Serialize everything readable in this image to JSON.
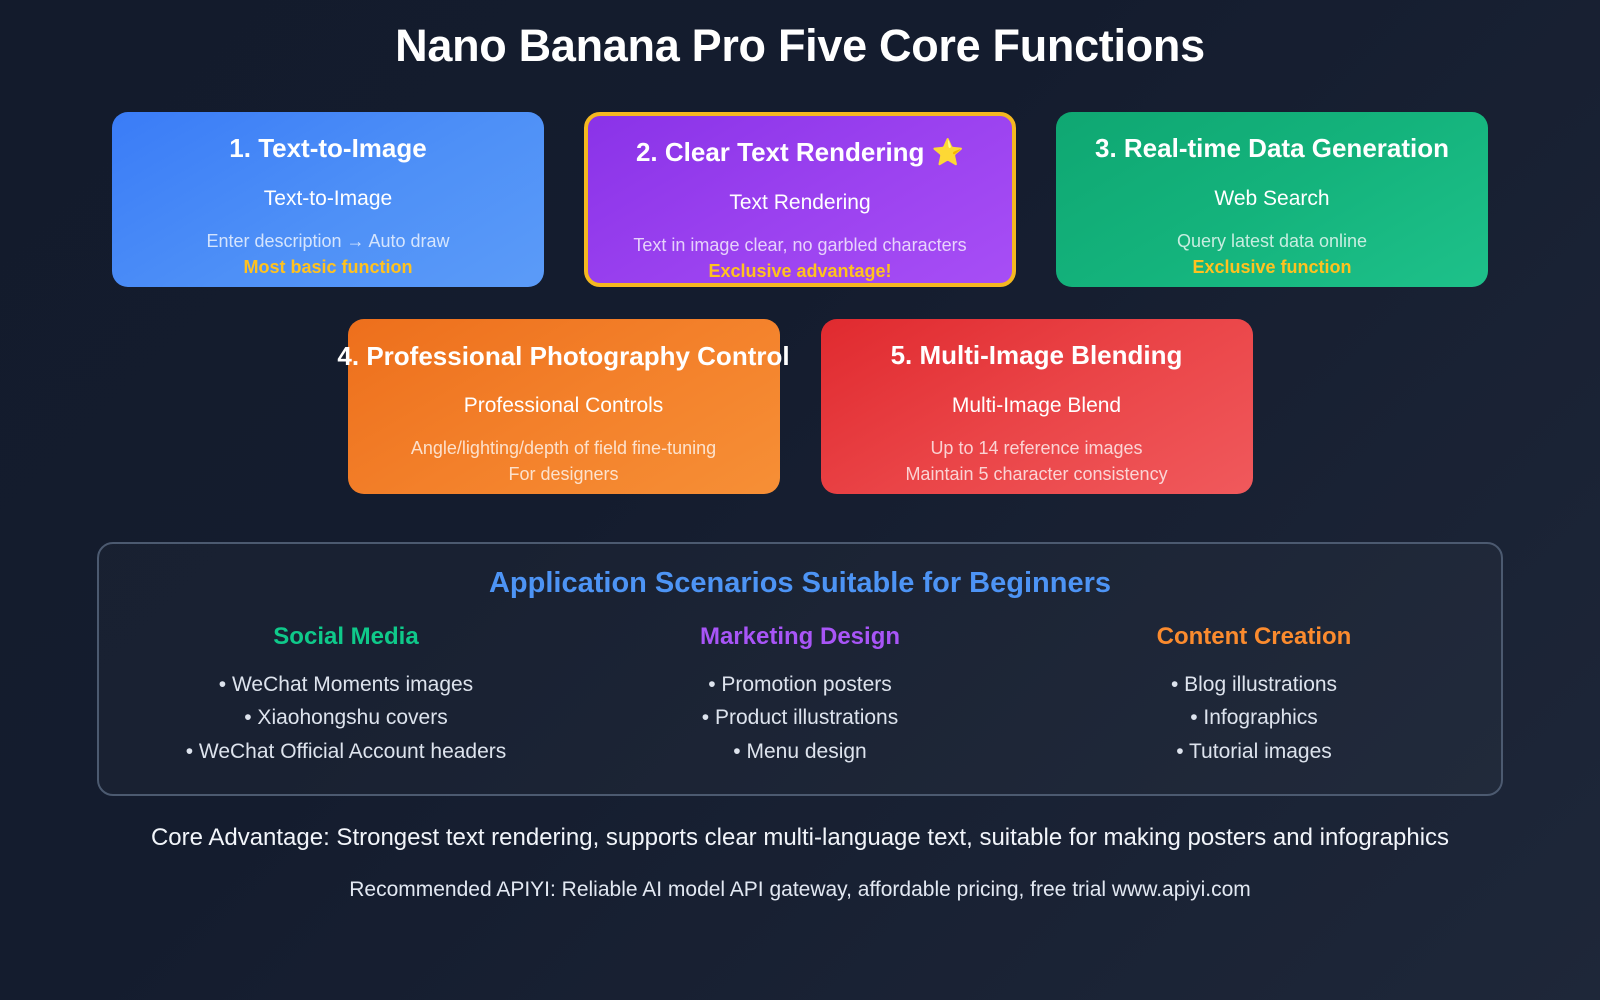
{
  "title": "Nano Banana Pro Five Core Functions",
  "cards": [
    {
      "title": "1. Text-to-Image",
      "subtitle": "Text-to-Image",
      "desc": "Enter description → Auto draw",
      "tag": "Most basic function",
      "theme": "blue",
      "accent": "#4e90f7",
      "tag_color": "#ffc21f"
    },
    {
      "title": "2. Clear Text Rendering ⭐",
      "subtitle": "Text Rendering",
      "desc": "Text in image clear, no garbled characters",
      "tag": "Exclusive advantage!",
      "theme": "purple",
      "accent": "#9a41ef",
      "border_color": "#f5b820",
      "tag_color": "#ffc21f"
    },
    {
      "title": "3. Real-time Data Generation",
      "subtitle": "Web Search",
      "desc": "Query latest data online",
      "tag": "Exclusive function",
      "theme": "green",
      "accent": "#14b37c",
      "tag_color": "#ffc21f"
    },
    {
      "title": "4. Professional Photography Control",
      "subtitle": "Professional Controls",
      "desc": "Angle/lighting/depth of field fine-tuning",
      "desc2": "For designers",
      "theme": "orange",
      "accent": "#f3802a"
    },
    {
      "title": "5. Multi-Image Blending",
      "subtitle": "Multi-Image Blend",
      "desc": "Up to 14 reference images",
      "desc2": "Maintain 5 character consistency",
      "theme": "red",
      "accent": "#ea4447"
    }
  ],
  "scenarios": {
    "title": "Application Scenarios Suitable for Beginners",
    "title_color": "#4d94f5",
    "columns": [
      {
        "heading": "Social Media",
        "color": "#0fc98a",
        "items": [
          "• WeChat Moments images",
          "• Xiaohongshu covers",
          "• WeChat Official Account headers"
        ]
      },
      {
        "heading": "Marketing Design",
        "color": "#a855f7",
        "items": [
          "• Promotion posters",
          "• Product illustrations",
          "• Menu design"
        ]
      },
      {
        "heading": "Content Creation",
        "color": "#fb8b2e",
        "items": [
          "• Blog illustrations",
          "• Infographics",
          "• Tutorial images"
        ]
      }
    ]
  },
  "footer": {
    "line1": "Core Advantage: Strongest text rendering, supports clear multi-language text, suitable for making posters and infographics",
    "line2": "Recommended APIYI: Reliable AI model API gateway, affordable pricing, free trial www.apiyi.com"
  }
}
